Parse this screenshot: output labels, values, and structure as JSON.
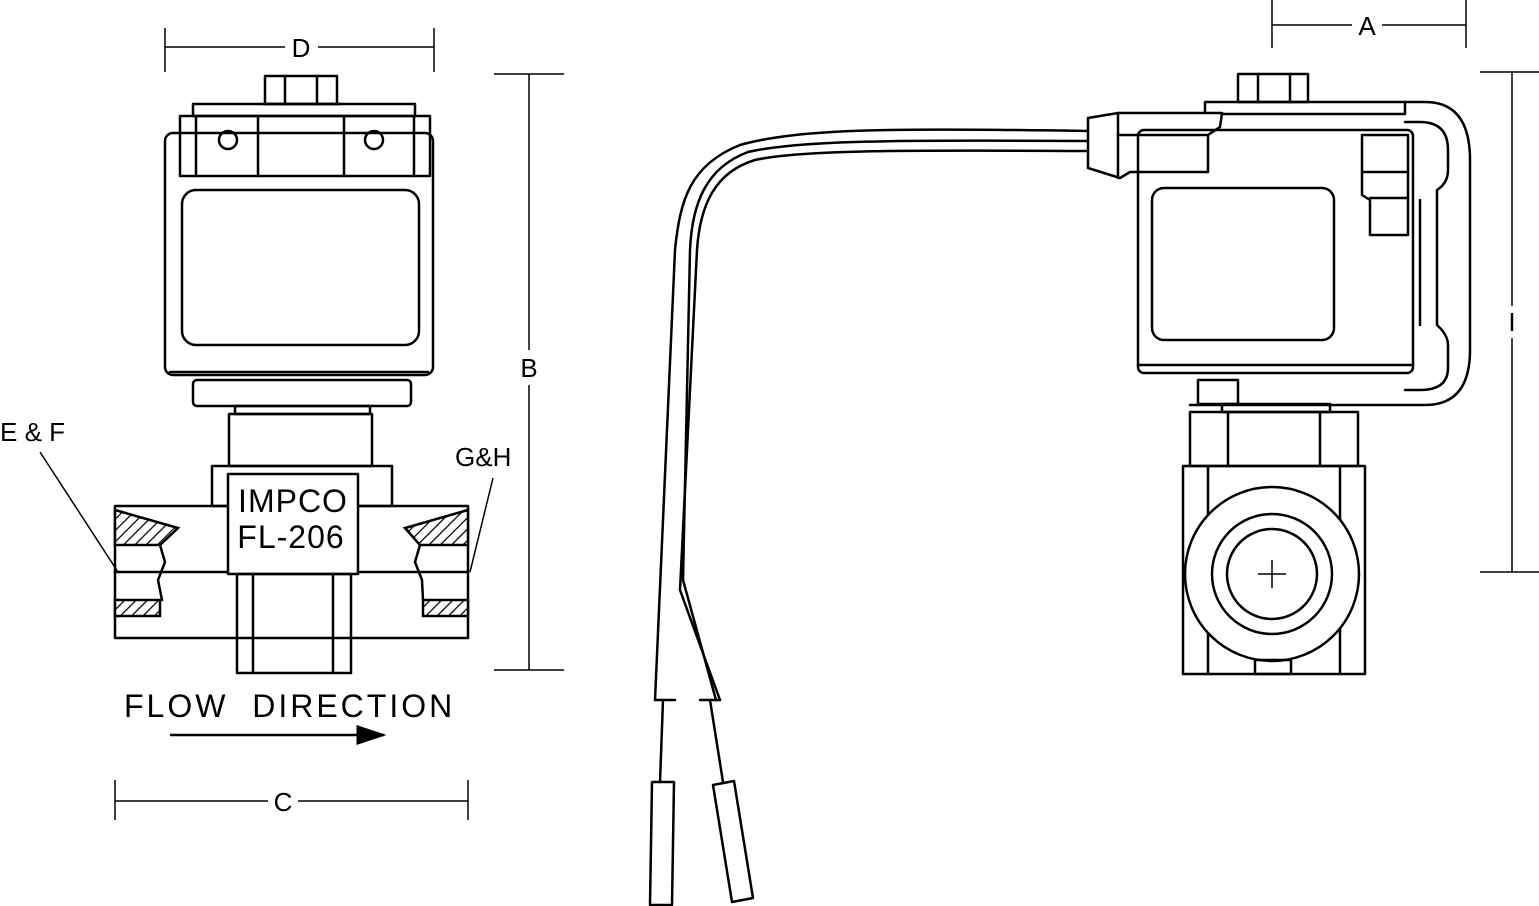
{
  "dimensions": {
    "a": "A",
    "b": "B",
    "c": "C",
    "d": "D",
    "i": "I",
    "ef": "E & F",
    "gh": "G&H"
  },
  "marking": {
    "brand": "IMPCO",
    "model": "FL-206"
  },
  "flow": {
    "label": "FLOW  DIRECTION"
  }
}
